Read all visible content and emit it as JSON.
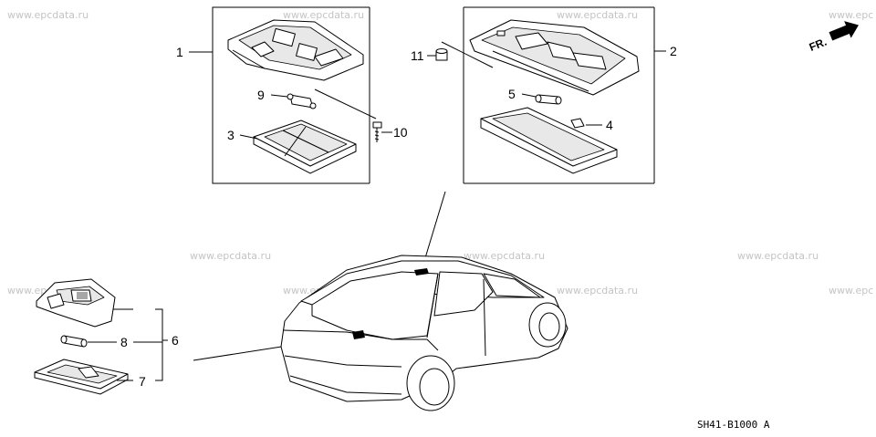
{
  "watermark": "www.epcdata.ru",
  "watermark_tail": "www.epc",
  "diagram_code": "SH41-B1000 A",
  "direction_label": "FR.",
  "callouts": {
    "c1": "1",
    "c2": "2",
    "c3": "3",
    "c4": "4",
    "c5": "5",
    "c6": "6",
    "c7": "7",
    "c8": "8",
    "c9": "9",
    "c10": "10",
    "c11": "11"
  }
}
